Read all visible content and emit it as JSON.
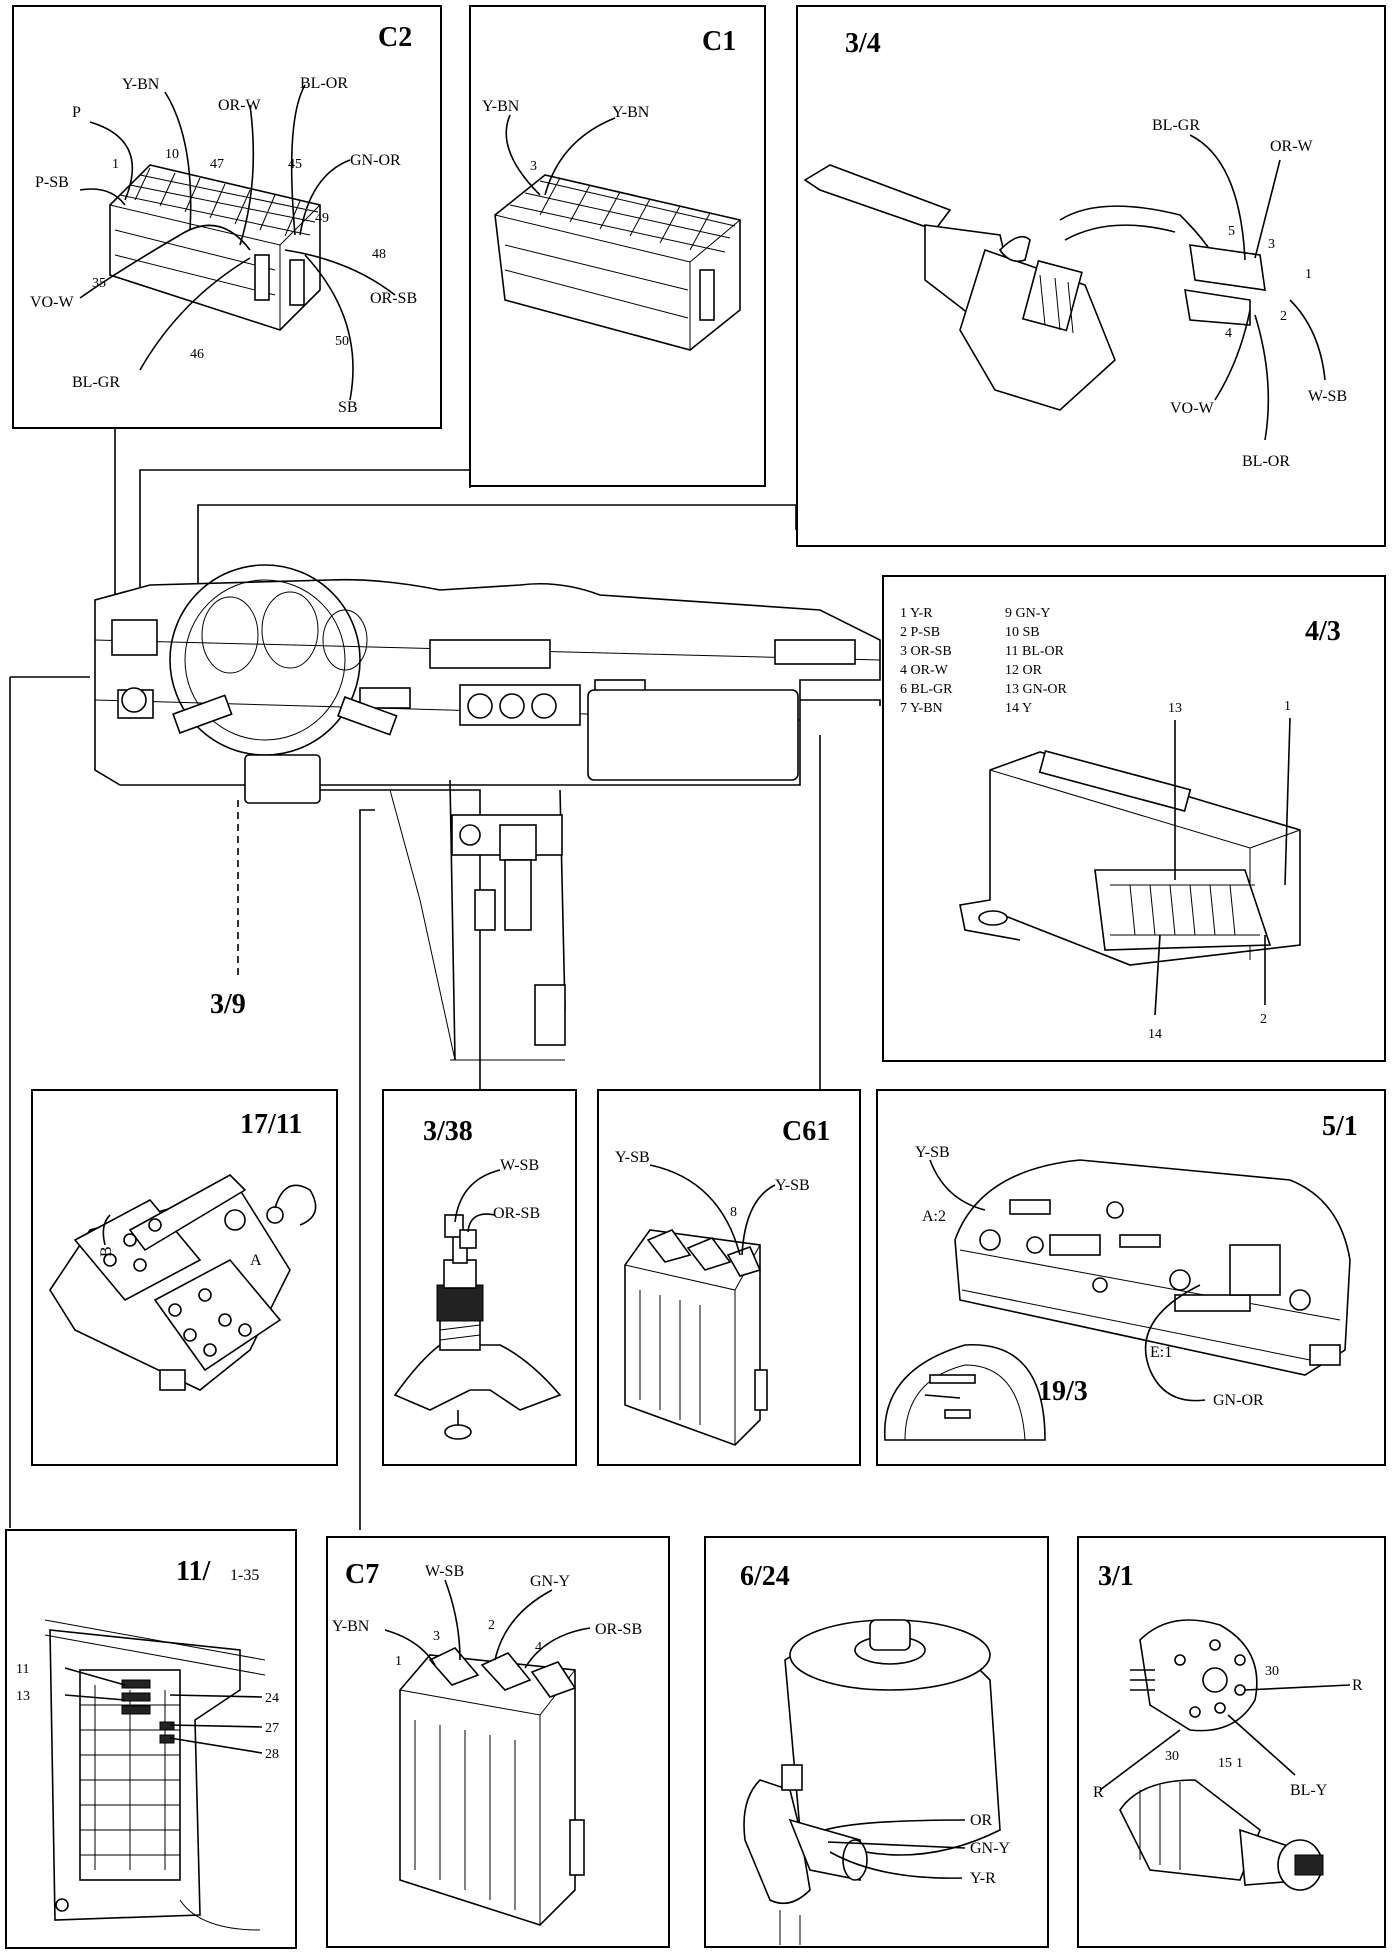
{
  "panels": {
    "c2": {
      "id": "C2",
      "wires": {
        "p": "P",
        "p_sb": "P-SB",
        "y_bn": "Y-BN",
        "or_w": "OR-W",
        "bl_or": "BL-OR",
        "gn_or": "GN-OR",
        "or_sb": "OR-SB",
        "vo_w": "VO-W",
        "bl_gr": "BL-GR",
        "sb": "SB"
      },
      "pins": {
        "p1": "1",
        "p10": "10",
        "p47": "47",
        "p45": "45",
        "p49": "49",
        "p48": "48",
        "p35": "35",
        "p46": "46",
        "p50": "50"
      }
    },
    "c1": {
      "id": "C1",
      "wires": {
        "y_bn_left": "Y-BN",
        "y_bn_right": "Y-BN"
      },
      "pins": {
        "p3": "3"
      }
    },
    "p3_4": {
      "id": "3/4",
      "wires": {
        "bl_gr": "BL-GR",
        "or_w": "OR-W",
        "vo_w": "VO-W",
        "w_sb": "W-SB",
        "bl_or": "BL-OR"
      },
      "pins": {
        "p5": "5",
        "p3": "3",
        "p1": "1",
        "p4": "4",
        "p2": "2"
      }
    },
    "p4_3": {
      "id": "4/3",
      "legend_left": [
        "1  Y-R",
        "2  P-SB",
        "3  OR-SB",
        "4  OR-W",
        "6  BL-GR",
        "7  Y-BN"
      ],
      "legend_right": [
        "9  GN-Y",
        "10  SB",
        "11  BL-OR",
        "12  OR",
        "13  GN-OR",
        "14  Y"
      ],
      "pins": {
        "p13": "13",
        "p1": "1",
        "p14": "14",
        "p2": "2"
      }
    },
    "p3_9": {
      "id": "3/9"
    },
    "p17_11": {
      "id": "17/11",
      "marks": {
        "b": "B",
        "a": "A"
      }
    },
    "p3_38": {
      "id": "3/38",
      "wires": {
        "w_sb": "W-SB",
        "or_sb": "OR-SB"
      }
    },
    "c61": {
      "id": "C61",
      "wires": {
        "y_sb_left": "Y-SB",
        "y_sb_right": "Y-SB"
      },
      "pins": {
        "p8": "8"
      }
    },
    "p5_1": {
      "id": "5/1",
      "wires": {
        "y_sb": "Y-SB",
        "gn_or": "GN-OR"
      },
      "connectors": {
        "a2": "A:2",
        "e1": "E:1"
      },
      "inset_id": "19/3"
    },
    "p11": {
      "id": "11/",
      "id_suffix": "1-35",
      "pins": {
        "p11": "11",
        "p13": "13",
        "p24": "24",
        "p27": "27",
        "p28": "28"
      }
    },
    "c7": {
      "id": "C7",
      "wires": {
        "y_bn": "Y-BN",
        "w_sb": "W-SB",
        "gn_y": "GN-Y",
        "or_sb": "OR-SB"
      },
      "pins": {
        "p1": "1",
        "p3": "3",
        "p2": "2",
        "p4": "4"
      }
    },
    "p6_24": {
      "id": "6/24",
      "wires": {
        "or": "OR",
        "gn_y": "GN-Y",
        "y_r": "Y-R"
      }
    },
    "p3_1": {
      "id": "3/1",
      "wires": {
        "r_right": "R",
        "r_left": "R",
        "bl_y": "BL-Y"
      },
      "pins": {
        "p30_top": "30",
        "p30_bottom": "30",
        "p15": "15",
        "p1": "1"
      }
    }
  }
}
